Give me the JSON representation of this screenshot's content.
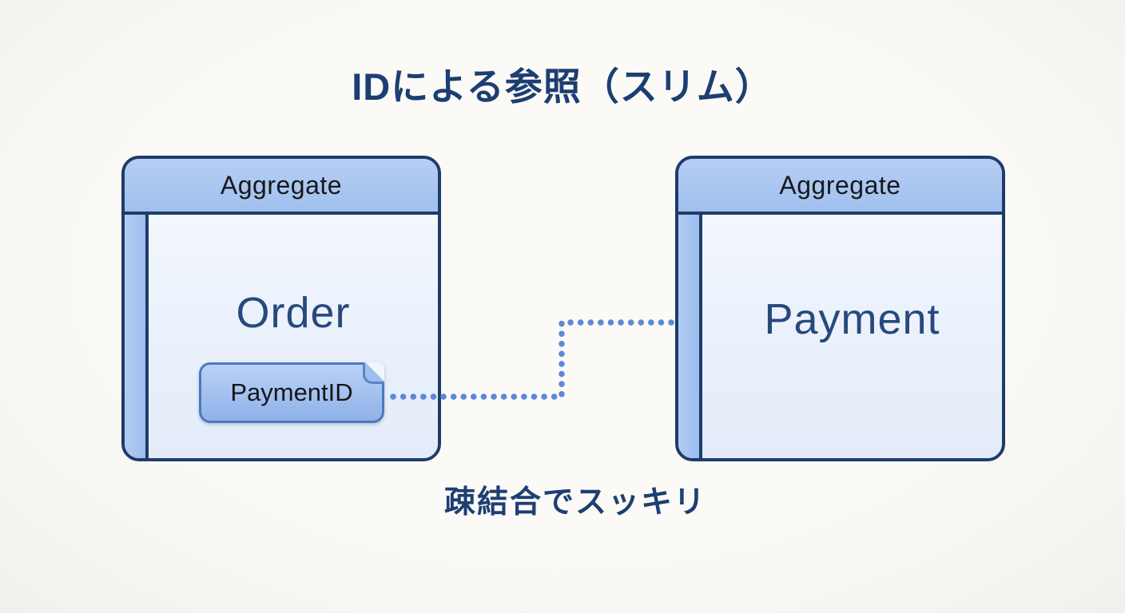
{
  "title": "IDによる参照（スリム）",
  "caption": "疎結合でスッキリ",
  "cards": [
    {
      "header": "Aggregate",
      "entity": "Order",
      "field": "PaymentID"
    },
    {
      "header": "Aggregate",
      "entity": "Payment"
    }
  ],
  "connector": {
    "type": "dotted",
    "from": "PaymentID",
    "to": "Payment"
  },
  "colors": {
    "background": "#fbfaf7",
    "title_text": "#1c3e72",
    "caption_text": "#1d3f73",
    "card_border": "#1e3c6a",
    "card_header_fill": "#a8c6f0",
    "card_body_fill": "#ecf2fb",
    "card_strip_fill": "#a9c7f1",
    "header_text": "#17181c",
    "entity_text": "#27497e",
    "tag_fill": "#9bbcee",
    "tag_border": "#4d78bf",
    "tag_text": "#15161a",
    "dot_color": "#5c88d9"
  }
}
